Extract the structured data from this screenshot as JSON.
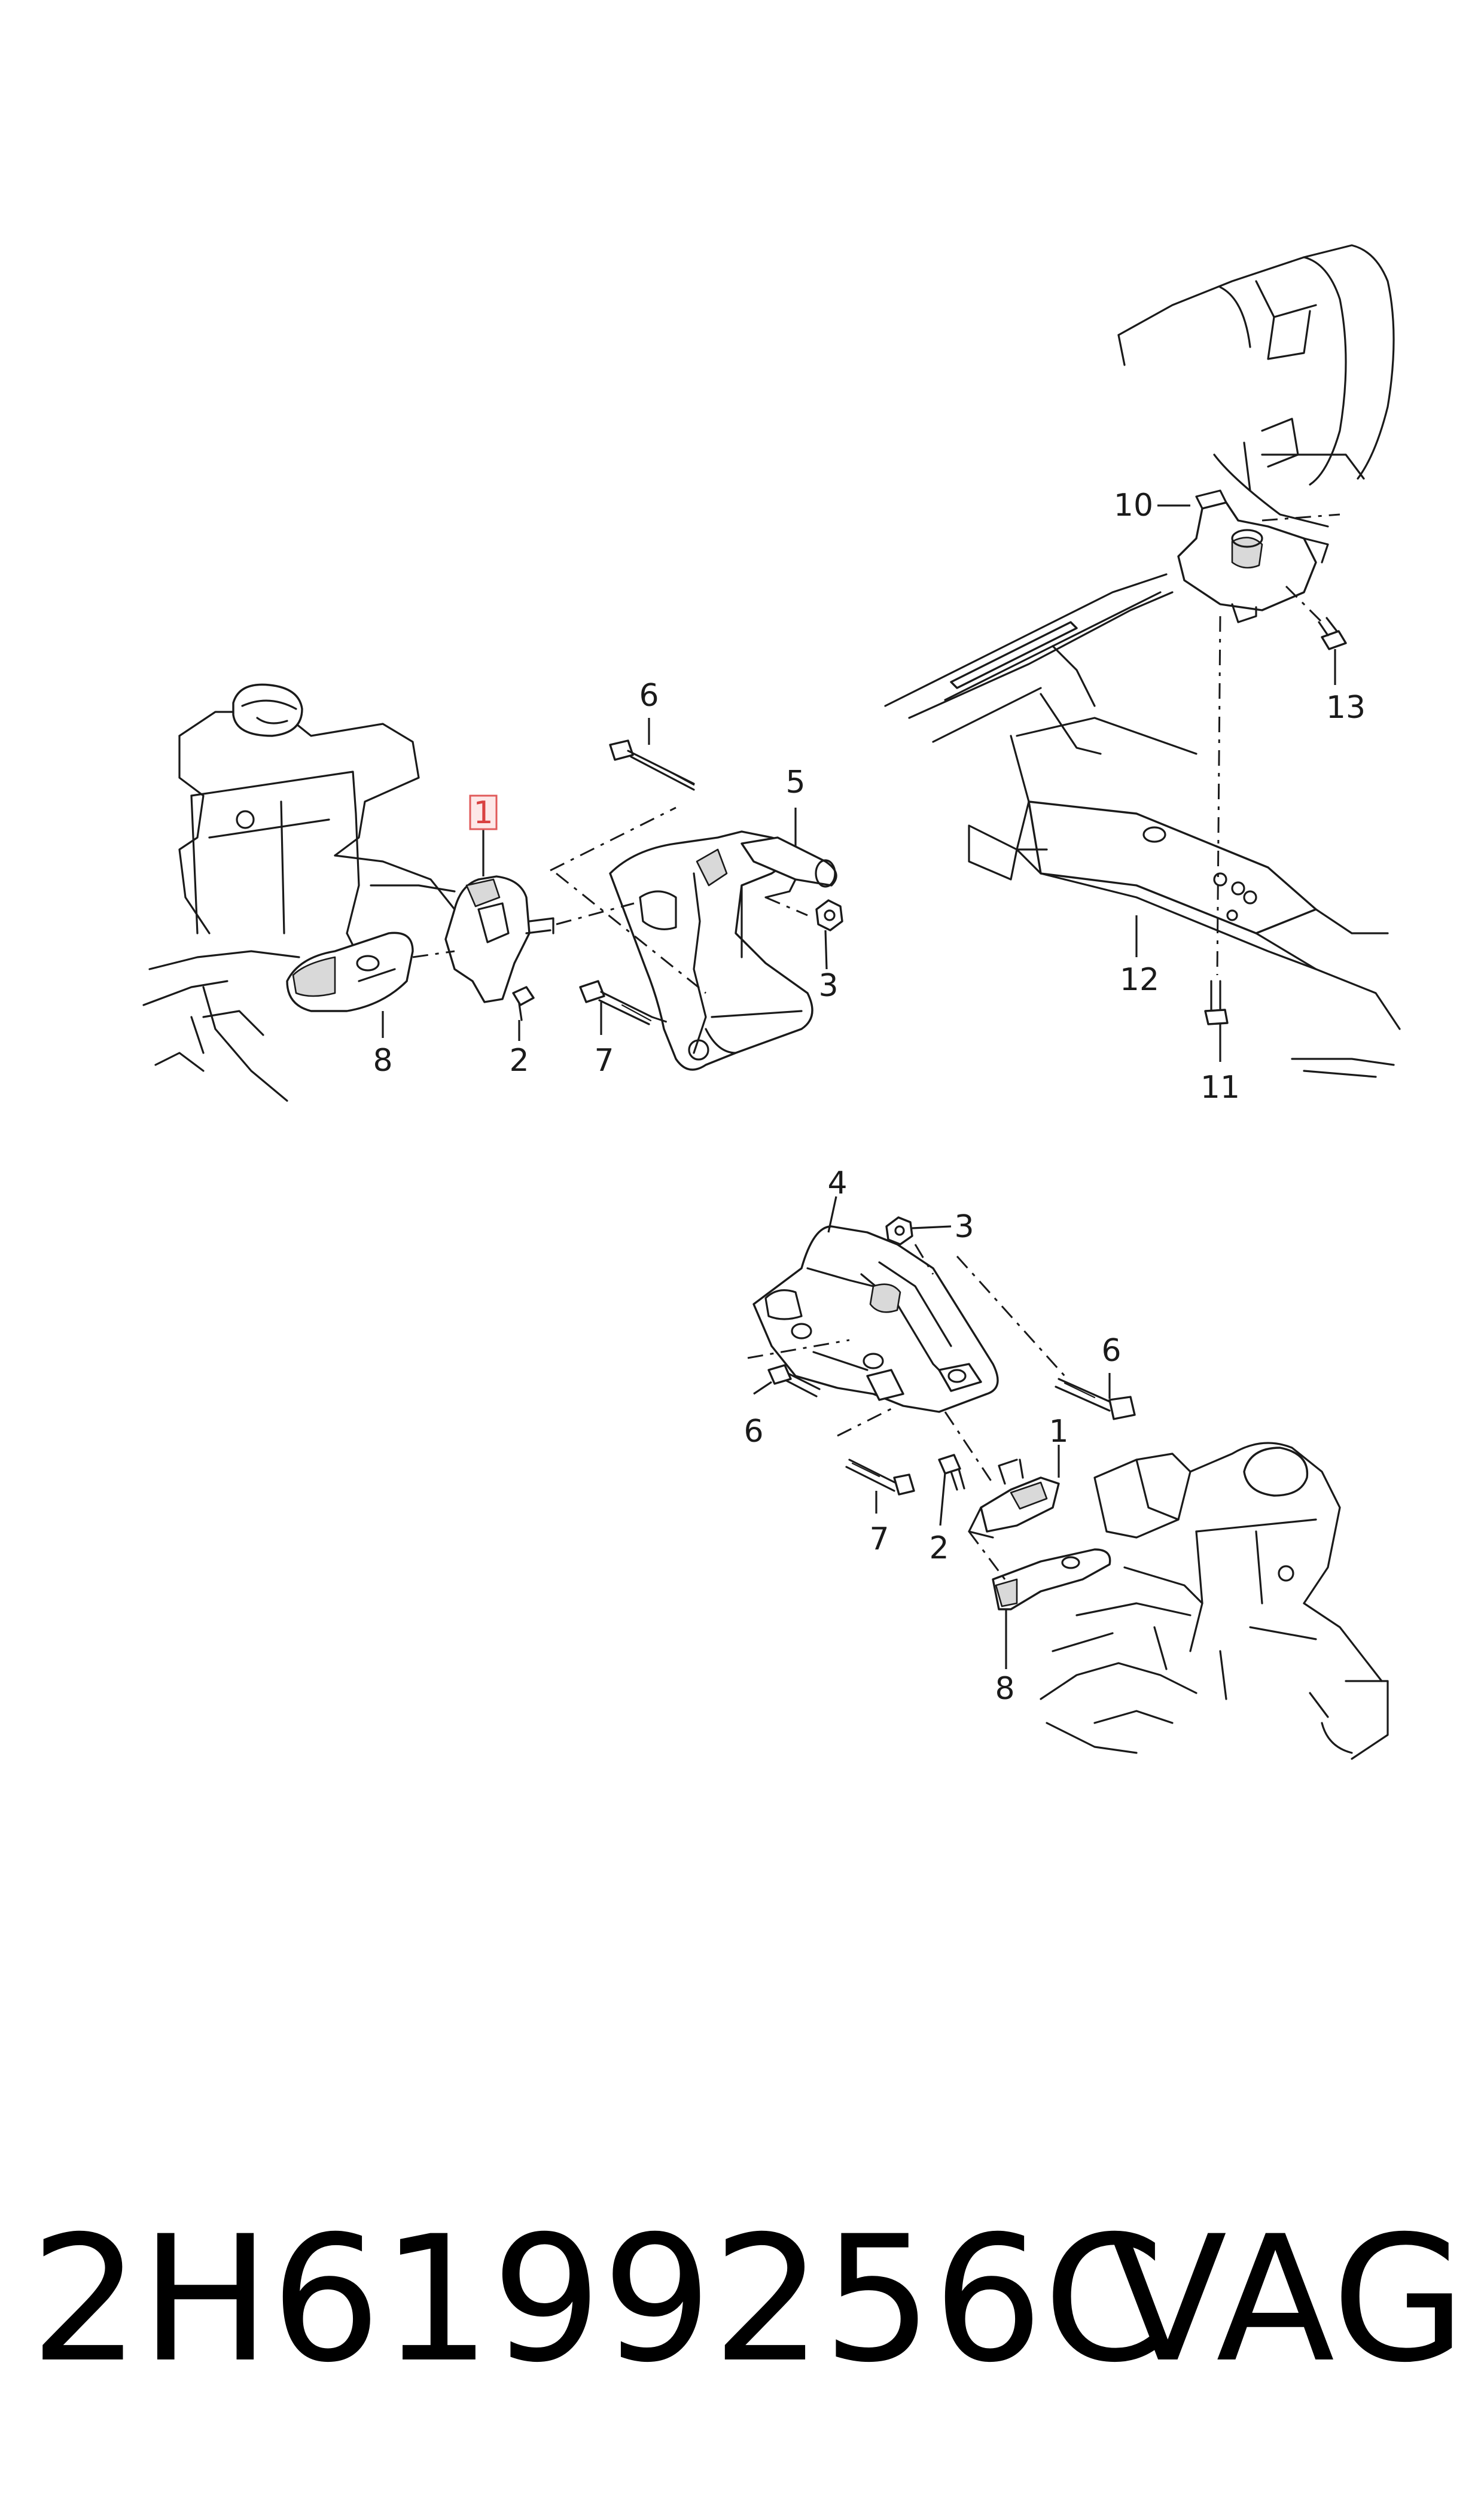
{
  "callouts": {
    "c1_left": "1",
    "c2_left": "2",
    "c3_left": "3",
    "c5": "5",
    "c6_top": "6",
    "c7_left": "7",
    "c8_left": "8",
    "c10": "10",
    "c11": "11",
    "c12": "12",
    "c13": "13",
    "c4": "4",
    "c3_lower": "3",
    "c6_lower_right": "6",
    "c6_lower_left": "6",
    "c1_lower": "1",
    "c7_lower": "7",
    "c2_lower": "2",
    "c8_lower": "8"
  },
  "footer": {
    "part_number": "2H6199256C",
    "brand": "VAG"
  },
  "colors": {
    "ink": "#1a1a1a",
    "highlight_border": "#e05a5a",
    "highlight_fill": "#fde8e8"
  }
}
